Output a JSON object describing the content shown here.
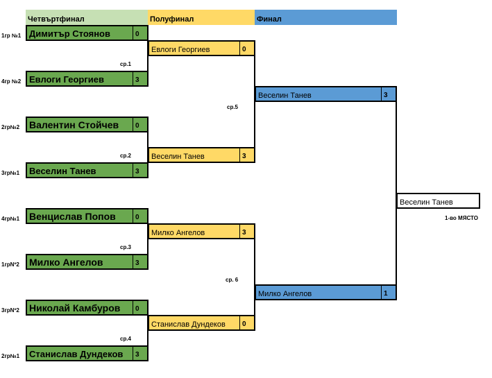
{
  "headers": {
    "quarterfinal": "Четвъртфинал",
    "semifinal": "Полуфинал",
    "final": "Финал"
  },
  "quarterfinals": [
    {
      "seed": "1гр №1",
      "name": "Димитър Стоянов",
      "score": "0"
    },
    {
      "seed": "4гр №2",
      "name": "Евлоги Георгиев",
      "score": "3"
    },
    {
      "seed": "2гр№2",
      "name": "Валентин Стойчев",
      "score": "0"
    },
    {
      "seed": "3гр№1",
      "name": "Веселин Танев",
      "score": "3"
    },
    {
      "seed": "4гр№1",
      "name": "Венцислав Попов",
      "score": "0"
    },
    {
      "seed": "1грNº2",
      "name": "Милко Ангелов",
      "score": "3"
    },
    {
      "seed": "3грNº2",
      "name": "Николай Камбуров",
      "score": "0"
    },
    {
      "seed": "2гр№1",
      "name": "Станислав Дундеков",
      "score": "3"
    }
  ],
  "semifinals": [
    {
      "name": "Евлоги Георгиев",
      "score": "0"
    },
    {
      "name": "Веселин Танев",
      "score": "3"
    },
    {
      "name": "Милко Ангелов",
      "score": "3"
    },
    {
      "name": "Станислав Дундеков",
      "score": "0"
    }
  ],
  "finals": [
    {
      "name": "Веселин Танев",
      "score": "3"
    },
    {
      "name": "Милко Ангелов",
      "score": "1"
    }
  ],
  "winner": {
    "name": "Веселин Танев",
    "label": "1-во МЯСТО"
  },
  "match_labels": [
    "ср.1",
    "ср.2",
    "ср.3",
    "ср.4",
    "ср.5",
    "ср. 6"
  ],
  "colors": {
    "quarterfinal_header": "#c6e0b4",
    "semifinal_header": "#ffd966",
    "final_header": "#5b9bd5",
    "quarterfinal_box": "#6aa84f",
    "semifinal_box": "#ffd966",
    "final_box": "#5b9bd5"
  }
}
